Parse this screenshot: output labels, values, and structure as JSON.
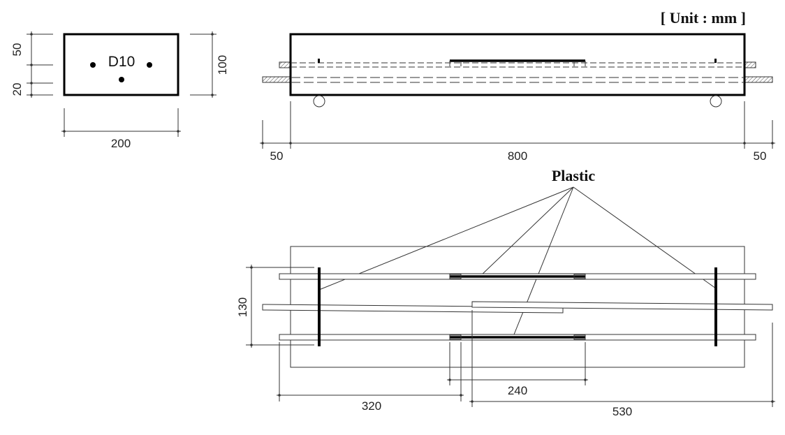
{
  "unit_label": "[ Unit : mm ]",
  "callout_label": "Plastic",
  "cross_section": {
    "bar_label": "D10",
    "dim_top_cover": "50",
    "dim_bottom_cover": "20",
    "dim_height": "100",
    "dim_width": "200"
  },
  "elevation": {
    "dim_left_overhang": "50",
    "dim_span": "800",
    "dim_right_overhang": "50"
  },
  "plan": {
    "dim_rebar_spacing": "130",
    "dim_plastic_length": "240",
    "dim_left_bar_length": "320",
    "dim_right_bar_length": "530"
  }
}
